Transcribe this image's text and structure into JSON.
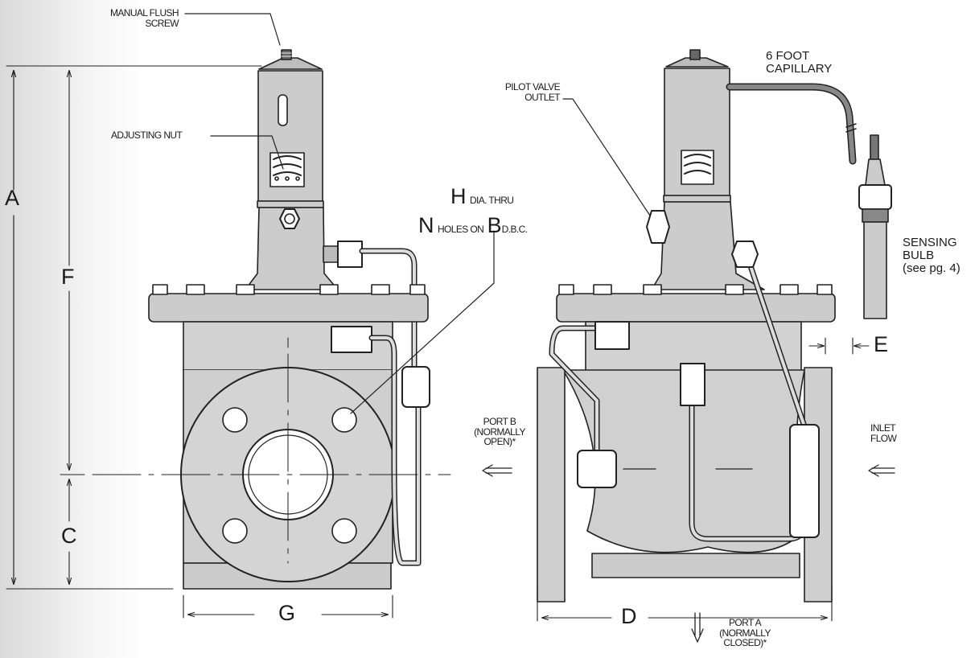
{
  "labels": {
    "manual_flush_screw": [
      "MANUAL FLUSH",
      "SCREW"
    ],
    "adjusting_nut": "ADJUSTING NUT",
    "pilot_valve_outlet": [
      "PILOT VALVE",
      "OUTLET"
    ],
    "capillary": [
      "6 FOOT",
      "CAPILLARY"
    ],
    "sensing_bulb": [
      "SENSING",
      "BULB",
      "(see pg. 4)"
    ],
    "holes_note": {
      "h_letter": "H",
      "h_text": "DIA. THRU",
      "n_letter": "N",
      "n_text": "HOLES ON",
      "b_letter": "B",
      "b_text": "D.B.C."
    },
    "port_b": [
      "PORT B",
      "(NORMALLY",
      "OPEN)*"
    ],
    "inlet_flow": [
      "INLET",
      "FLOW"
    ],
    "port_a": [
      "PORT A",
      "(NORMALLY",
      "CLOSED)*"
    ]
  },
  "dimensions": {
    "A": "A",
    "F": "F",
    "C": "C",
    "G": "G",
    "D": "D",
    "E": "E"
  }
}
